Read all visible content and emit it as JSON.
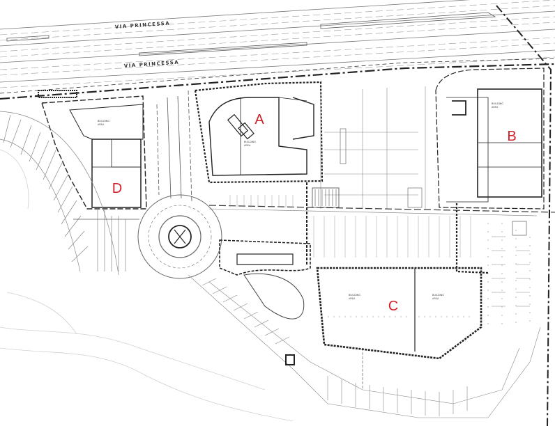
{
  "roads": {
    "upper_label": "VIA PRINCESSA",
    "lower_label": "VIA PRINCESSA"
  },
  "buildings": [
    {
      "id": "A",
      "label": "A"
    },
    {
      "id": "B",
      "label": "B"
    },
    {
      "id": "C",
      "label": "C"
    },
    {
      "id": "D",
      "label": "D"
    }
  ],
  "colors": {
    "building_label": "#d0202a",
    "linework": "#222222",
    "fine_linework": "#9a9a9a"
  }
}
